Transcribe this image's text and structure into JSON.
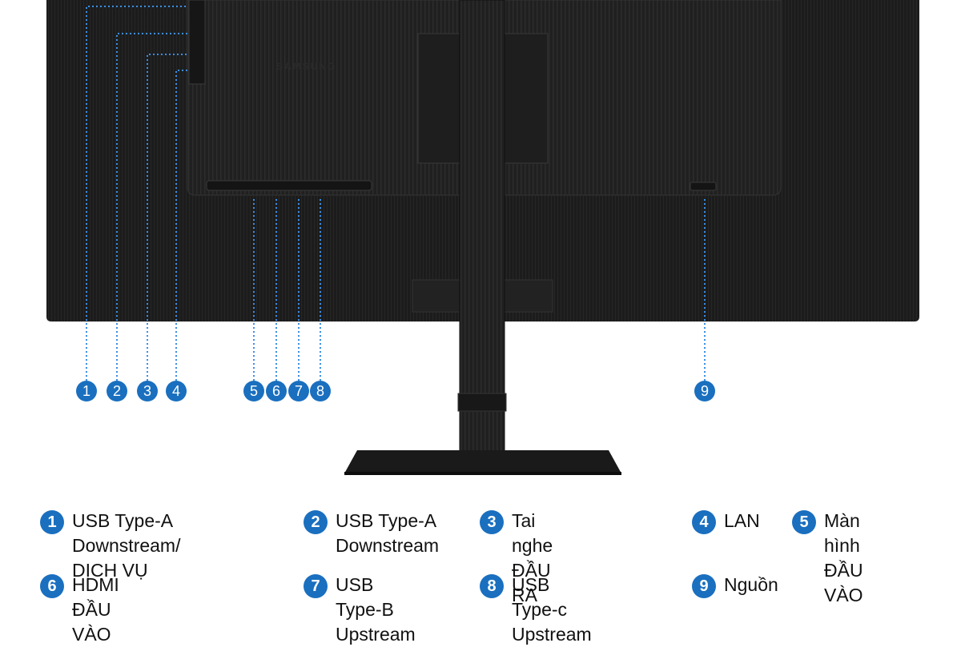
{
  "brand": "SAMSUNG",
  "accent_color": "#1a6fbf",
  "monitor_color": "#1b1b1b",
  "markers": [
    "1",
    "2",
    "3",
    "4",
    "5",
    "6",
    "7",
    "8",
    "9"
  ],
  "legend": [
    {
      "num": "1",
      "text": "USB Type-A\nDownstream/ DỊCH VỤ"
    },
    {
      "num": "2",
      "text": "USB Type-A\nDownstream"
    },
    {
      "num": "3",
      "text": "Tai nghe ĐẦU RA"
    },
    {
      "num": "4",
      "text": "LAN"
    },
    {
      "num": "5",
      "text": "Màn hình\nĐẦU VÀO"
    },
    {
      "num": "6",
      "text": "HDMI ĐẦU VÀO"
    },
    {
      "num": "7",
      "text": "USB Type-B\nUpstream"
    },
    {
      "num": "8",
      "text": "USB Type-c\nUpstream"
    },
    {
      "num": "9",
      "text": "Nguồn"
    }
  ]
}
